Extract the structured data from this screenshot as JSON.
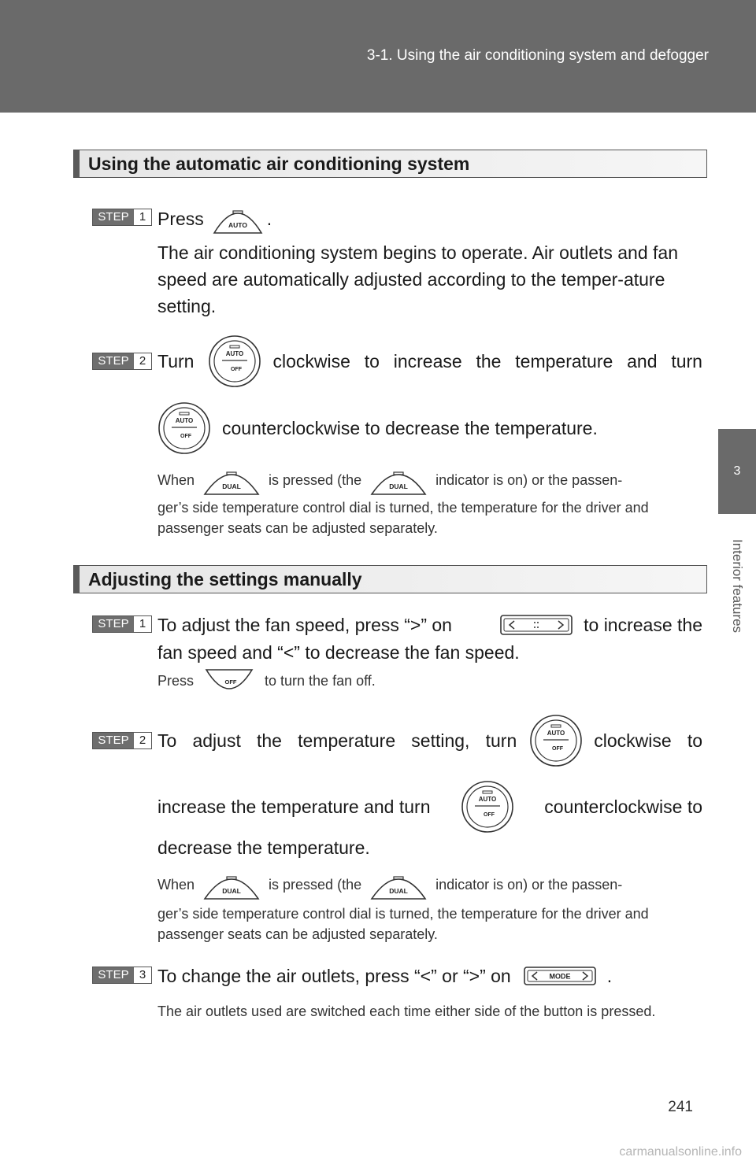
{
  "header": {
    "breadcrumb": "3-1. Using the air conditioning system and defogger"
  },
  "side_tab": {
    "chapter_number": "3",
    "chapter_title": "Interior features"
  },
  "section1": {
    "title": "Using the automatic air conditioning system",
    "step1": {
      "badge_label": "STEP",
      "badge_num": "1",
      "press": "Press",
      "period": ".",
      "desc": "The air conditioning system begins to operate. Air outlets and fan speed are automatically adjusted according to the temper-ature setting."
    },
    "step2": {
      "badge_label": "STEP",
      "badge_num": "2",
      "turn": "Turn",
      "clockwise": "clockwise",
      "to": "to",
      "increase": "increase",
      "the": "the",
      "temperature": "temperature",
      "and": "and",
      "turn2": "turn",
      "ccw": "counterclockwise to decrease the temperature.",
      "note_when": "When",
      "note_pressed": "is pressed (the",
      "note_indicator": "indicator is on) or the passen-",
      "note_rest": "ger’s side temperature control dial is turned, the temperature for the driver and passenger seats can be adjusted separately."
    }
  },
  "section2": {
    "title": "Adjusting the settings manually",
    "step1": {
      "badge_label": "STEP",
      "badge_num": "1",
      "line1_a": "To adjust the fan speed, press “>” on",
      "line1_b": "to increase the",
      "line2": "fan speed and “<” to decrease the fan speed.",
      "note_press": "Press",
      "note_rest": "to turn the fan off."
    },
    "step2": {
      "badge_label": "STEP",
      "badge_num": "2",
      "l1_a": "To",
      "l1_b": "adjust",
      "l1_c": "the",
      "l1_d": "temperature",
      "l1_e": "setting,",
      "l1_f": "turn",
      "l1_g": "clockwise",
      "l1_h": "to",
      "l2_a": "increase the temperature and turn",
      "l2_b": "counterclockwise to",
      "l3": "decrease the temperature.",
      "note_when": "When",
      "note_pressed": "is pressed (the",
      "note_indicator": "indicator is on) or the passen-",
      "note_rest": "ger’s side temperature control dial is turned, the temperature for the driver and passenger seats can be adjusted separately."
    },
    "step3": {
      "badge_label": "STEP",
      "badge_num": "3",
      "line_a": "To change the air outlets, press “<” or “>” on",
      "line_b": ".",
      "note": "The air outlets used are switched each time either side of the button is pressed."
    }
  },
  "icons": {
    "auto": "AUTO",
    "off": "OFF",
    "dual": "DUAL",
    "mode": "MODE"
  },
  "footer": {
    "page_number": "241",
    "watermark": "carmanualsonline.info"
  }
}
